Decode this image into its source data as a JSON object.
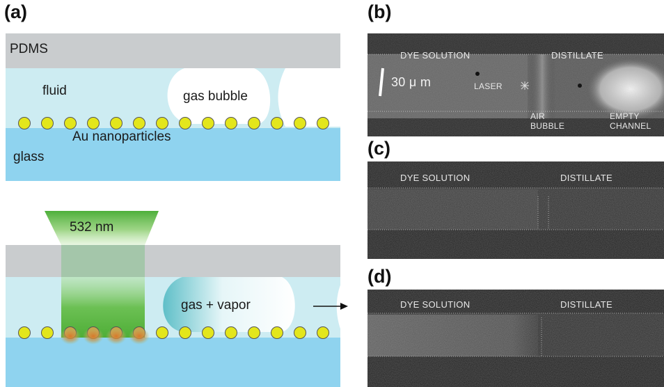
{
  "panel_a": {
    "label": "(a)",
    "top": {
      "pdms": "PDMS",
      "fluid": "fluid",
      "bubble": "gas bubble",
      "nanoparticles": "Au nanoparticles",
      "glass": "glass"
    },
    "bottom": {
      "laser": "532 nm",
      "bubble": "gas + vapor"
    }
  },
  "panel_b": {
    "label": "(b)",
    "dye": "DYE SOLUTION",
    "distillate": "DISTILLATE",
    "scale": "30 μ m",
    "laser": "LASER",
    "air1": "AIR",
    "air2": "BUBBLE",
    "empty1": "EMPTY",
    "empty2": "CHANNEL"
  },
  "panel_c": {
    "label": "(c)",
    "dye": "DYE SOLUTION",
    "distillate": "DISTILLATE"
  },
  "panel_d": {
    "label": "(d)",
    "dye": "DYE SOLUTION",
    "distillate": "DISTILLATE"
  },
  "colors": {
    "pdms": "#c9ccce",
    "fluid": "#cdecf2",
    "glass": "#8fd3ef",
    "nanoparticle": "#e3e61c",
    "laser": "#5fb94a"
  }
}
